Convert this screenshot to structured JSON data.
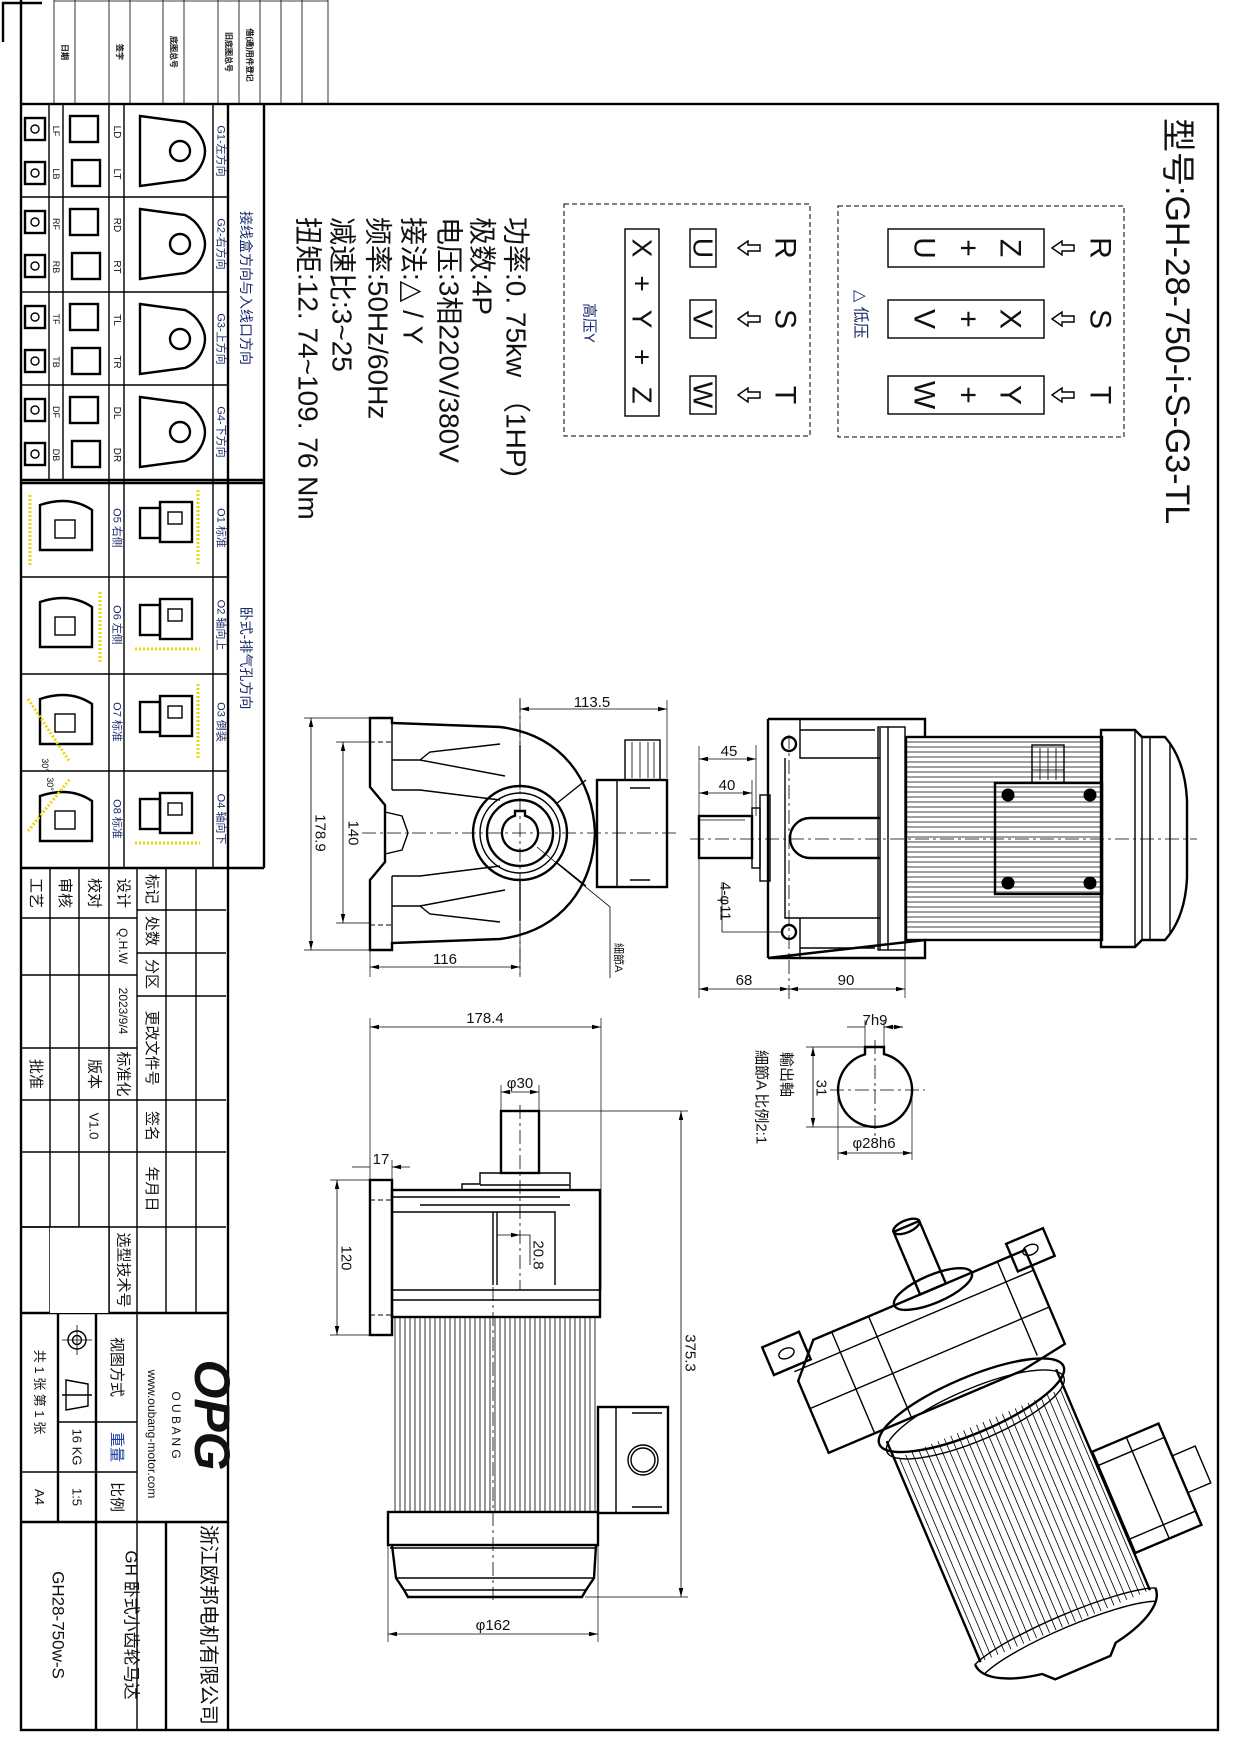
{
  "top_strip": {
    "labels": [
      "日期",
      "签字",
      "底图总号",
      "旧底图总号",
      "借(通)用件登记"
    ]
  },
  "model_label": "型号:GH-28-750-i-S-G3-TL",
  "specs": [
    "功率:0. 75kw （1HP)",
    "极数:4P",
    "电压:3相220V/380V",
    "接法:△ / Y",
    "频率:50Hz/60Hz",
    "减速比:3~25",
    "扭矩:12. 74~109. 76 Nm"
  ],
  "wiring": {
    "low": {
      "label": "△ 低压",
      "inputs": [
        "R",
        "S",
        "T"
      ],
      "plus": "+",
      "rows": [
        [
          "U",
          "Z"
        ],
        [
          "V",
          "X"
        ],
        [
          "W",
          "Y"
        ]
      ]
    },
    "high": {
      "label": "高压Y",
      "inputs": [
        "R",
        "S",
        "T"
      ],
      "terminals": [
        "U",
        "V",
        "W"
      ],
      "star": [
        "X",
        "Y",
        "Z"
      ],
      "plus": "+"
    }
  },
  "dimensions": {
    "front": {
      "width_to_box": "113.5",
      "height": "178.9",
      "hole_pitch": "140",
      "flange_to_center": "116",
      "detail_ref": "細節A"
    },
    "side": {
      "shaft_len": "45",
      "key_len": "40",
      "holes": "4-φ11",
      "shaft_to_hole": "68",
      "hole_to_motor": "90"
    },
    "detail": {
      "key_width": "7h9",
      "key_height": "31",
      "shaft_dia": "φ28h6",
      "caption_title": "輸出軸",
      "caption_sub": "細節A  比例2:1"
    },
    "bottom": {
      "width": "178.4",
      "shaft_dia": "φ30",
      "flange_thk": "17",
      "flange_h": "120",
      "offset": "20.8",
      "overall_len": "375.3",
      "motor_dia": "φ162"
    }
  },
  "orientation_panel": {
    "junction_caption": "接线盒方向与入线口方向",
    "exhaust_caption": "卧式-排气孔方向",
    "g_rows": [
      {
        "caption": "G1-左方向",
        "codes": [
          "LD",
          "LT"
        ],
        "codes2": [
          "LF",
          "LB"
        ]
      },
      {
        "caption": "G2-右方向",
        "codes": [
          "RD",
          "RT"
        ],
        "codes2": [
          "RF",
          "RB"
        ]
      },
      {
        "caption": "G3-上方向",
        "codes": [
          "TL",
          "TR"
        ],
        "codes2": [
          "TF",
          "TB"
        ]
      },
      {
        "caption": "G4-下方向",
        "codes": [
          "DL",
          "DR"
        ],
        "codes2": [
          "DF",
          "DB"
        ]
      }
    ],
    "o_rows": [
      {
        "caption": "O1 标准",
        "caption2": "O5 右侧"
      },
      {
        "caption": "O2 轴向上",
        "caption2": "O6 左侧"
      },
      {
        "caption": "O3 倒装",
        "caption2": "O7 标准"
      },
      {
        "caption": "O4 轴向下",
        "caption2": "O8 标准"
      }
    ],
    "tilt_angle": "30°"
  },
  "title_block": {
    "labels": {
      "craft": "工艺",
      "review": "审核",
      "proofread": "校对",
      "design": "设计",
      "approve": "批准",
      "version": "版本",
      "standardize": "标准化",
      "mark": "标记",
      "count": "处数",
      "zone": "分区",
      "change_doc": "更改文件号",
      "sign": "签名",
      "date": "年月日",
      "selection_no": "选型技术号",
      "view_method": "视图方式",
      "weight": "重量",
      "scale": "比例"
    },
    "designer": "Q.H.W",
    "date": "2023/9/4",
    "version": "V1.0",
    "weight": "16 KG",
    "scale": "1:5",
    "sheet": "共 1 张 第 1 张",
    "paper": "A4",
    "logo": "OPG",
    "brand": "O U B A N G",
    "website": "www.oubang-motor.com",
    "company": "浙江欧邦电机有限公司",
    "product_name": "GH 卧式小齿轮马达",
    "drawing_no": "GH28-750w-S"
  },
  "colors": {
    "line": "#000000",
    "hatch": "#e8d800",
    "label_blue": "#1a2a6a"
  }
}
